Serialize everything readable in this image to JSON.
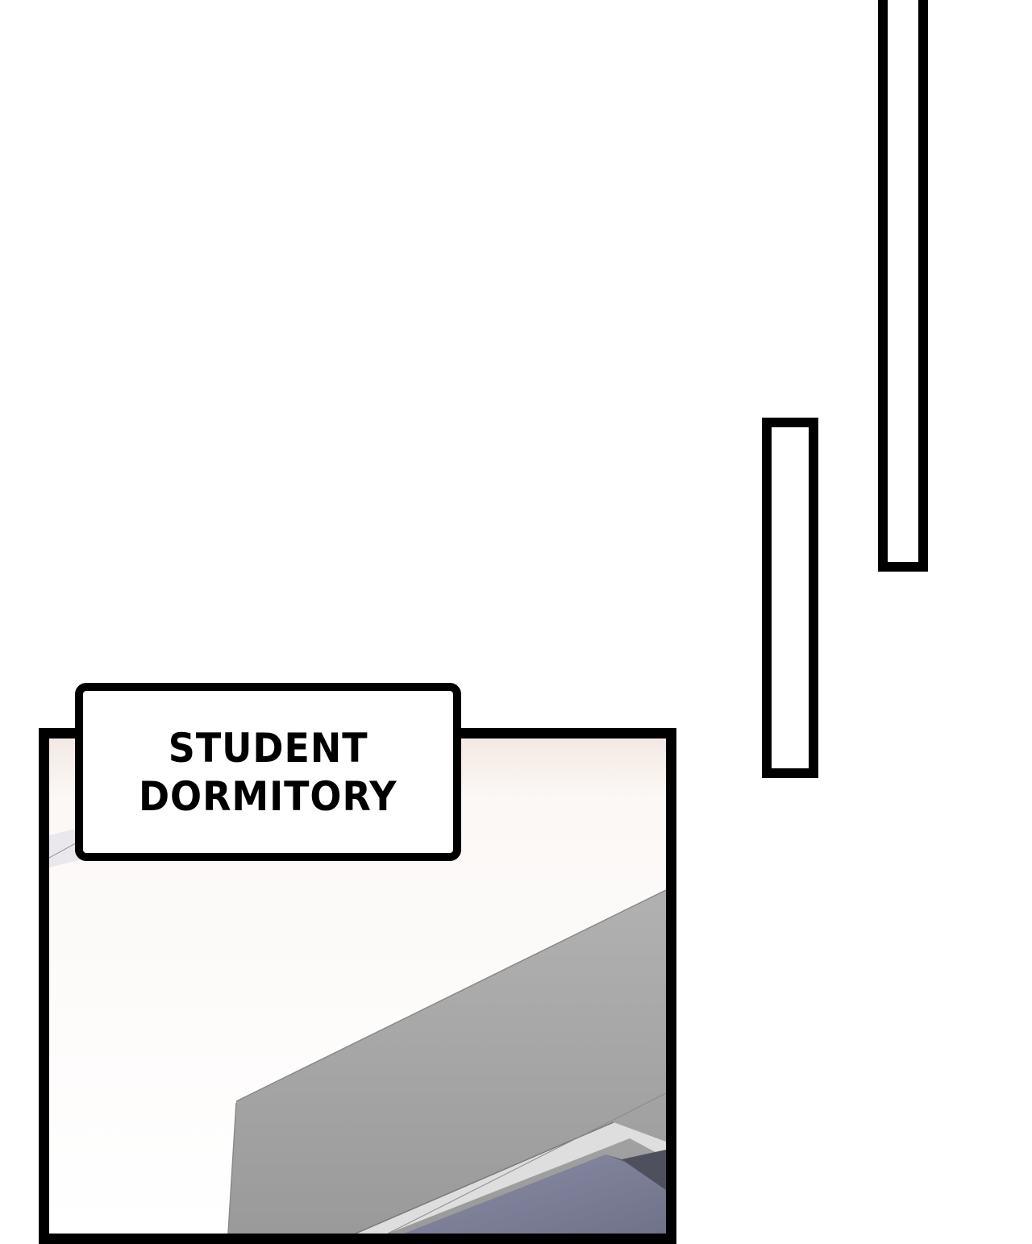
{
  "caption": {
    "line1": "STUDENT",
    "line2": "DORMITORY"
  },
  "colors": {
    "ink": "#000000",
    "paper": "#ffffff",
    "building_light": "#e2e2e2",
    "building_mid": "#a4a4a4",
    "building_dark": "#6f6f78",
    "window_blue": "#7c7f98",
    "sky_tint": "#f4ece6"
  },
  "icons": {
    "speed_lines": "vertical-speed-line",
    "building": "dormitory-building-illustration"
  }
}
